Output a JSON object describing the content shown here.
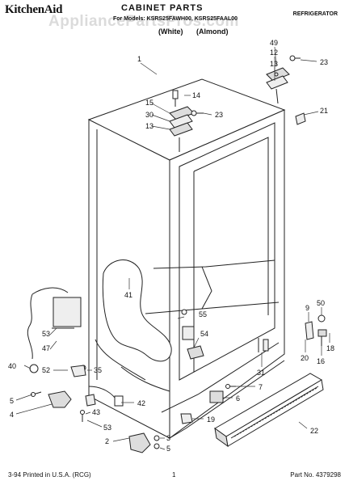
{
  "header": {
    "brand": "KitchenAid",
    "title": "CABINET PARTS",
    "models": "For Models: KSRS25FAWH00, KSRS25FAAL00",
    "variant_white": "(White)",
    "variant_almond": "(Almond)",
    "category": "REFRIGERATOR",
    "watermark": "AppliancePartsPros.com"
  },
  "footer": {
    "printed": "3-94 Printed in U.S.A. (RCG)",
    "page": "1",
    "part_no": "Part No. 4379298"
  },
  "callouts": [
    "1",
    "49",
    "12",
    "13",
    "23",
    "14",
    "15",
    "30",
    "23",
    "13",
    "21",
    "41",
    "55",
    "54",
    "9",
    "50",
    "53",
    "47",
    "35",
    "52",
    "40",
    "5",
    "4",
    "43",
    "53",
    "2",
    "3",
    "5",
    "42",
    "7",
    "6",
    "19",
    "20",
    "16",
    "18",
    "31",
    "22"
  ]
}
